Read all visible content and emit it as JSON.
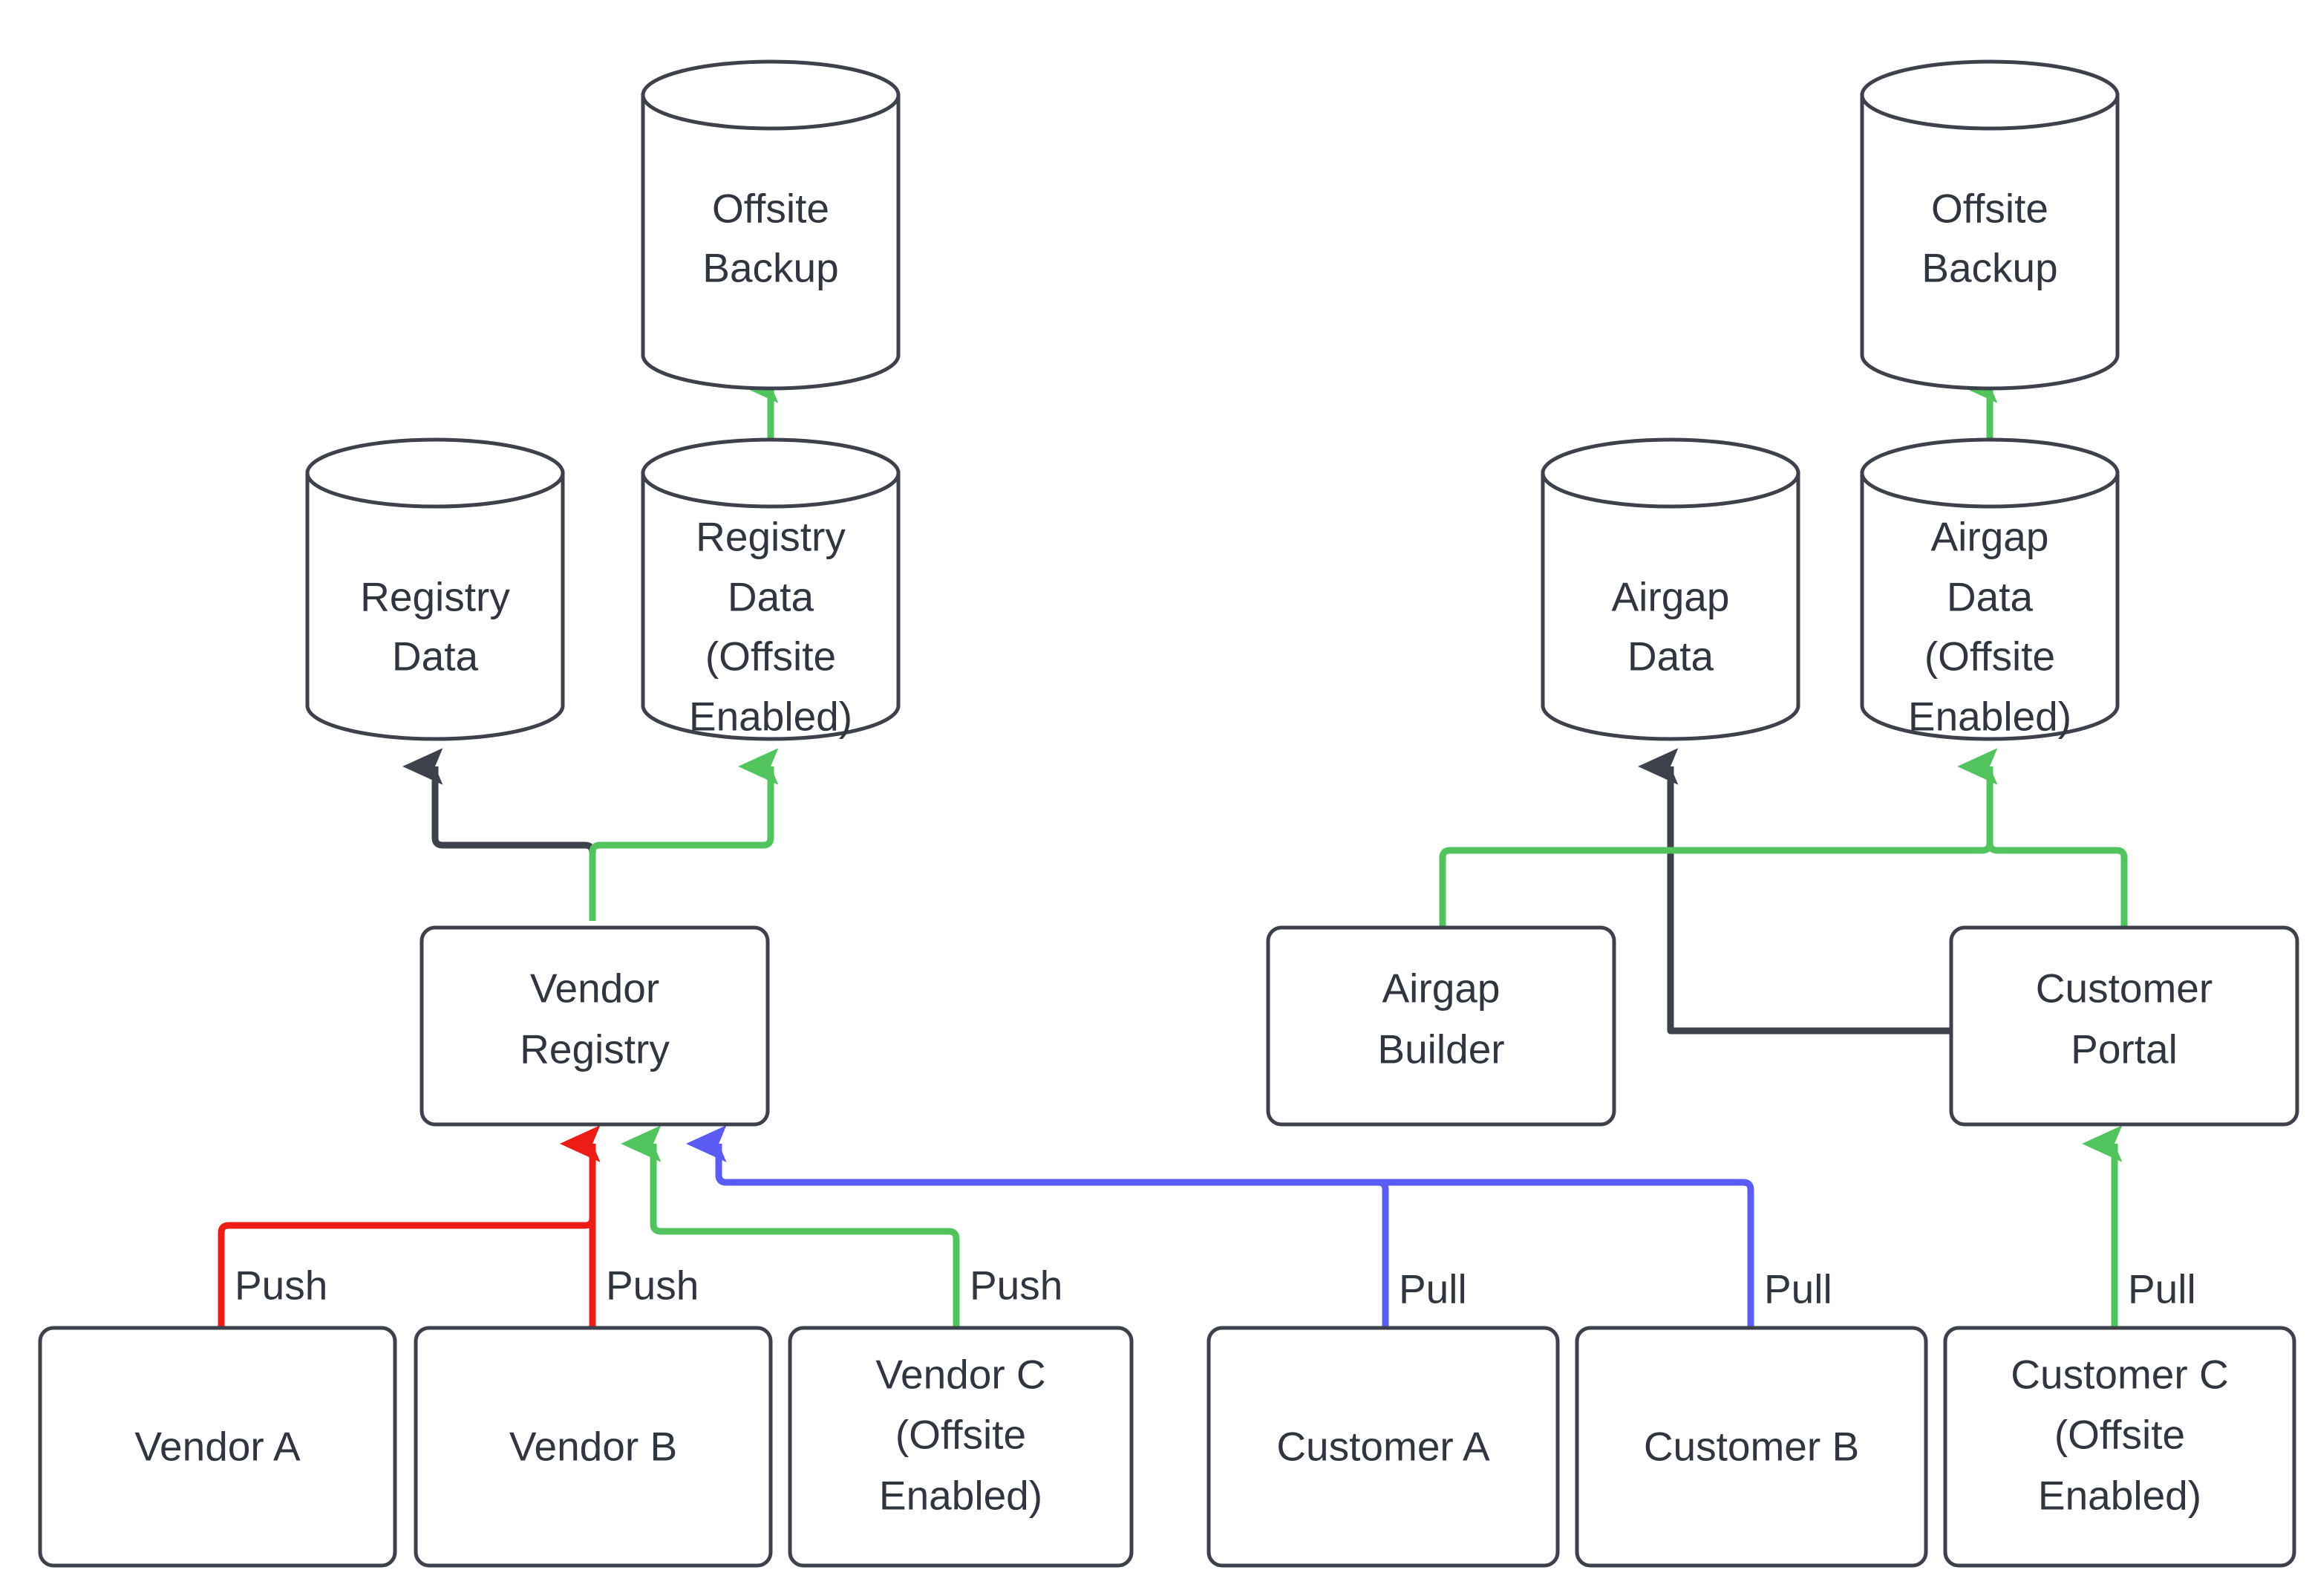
{
  "diagram": {
    "title": "Vendor Registry and Airgap Customer Portal Data Flow",
    "background_color": "#ffffff",
    "stroke_color": "#3c414c",
    "text_color": "#2f3640",
    "colors": {
      "dark": "#3c414c",
      "green": "#52c45e",
      "red": "#ec1c16",
      "blue": "#5b5bf5"
    }
  },
  "nodes": {
    "offsite_backup_left": {
      "label_line1": "Offsite",
      "label_line2": "Backup",
      "shape": "cylinder"
    },
    "offsite_backup_right": {
      "label_line1": "Offsite",
      "label_line2": "Backup",
      "shape": "cylinder"
    },
    "registry_data": {
      "label_line1": "Registry",
      "label_line2": "Data",
      "shape": "cylinder"
    },
    "registry_data_offsite": {
      "label_line1": "Registry",
      "label_line2": "Data",
      "label_line3": "(Offsite",
      "label_line4": "Enabled)",
      "shape": "cylinder"
    },
    "airgap_data": {
      "label_line1": "Airgap",
      "label_line2": "Data",
      "shape": "cylinder"
    },
    "airgap_data_offsite": {
      "label_line1": "Airgap",
      "label_line2": "Data",
      "label_line3": "(Offsite",
      "label_line4": "Enabled)",
      "shape": "cylinder"
    },
    "vendor_registry": {
      "label_line1": "Vendor",
      "label_line2": "Registry",
      "shape": "box"
    },
    "airgap_builder": {
      "label_line1": "Airgap",
      "label_line2": "Builder",
      "shape": "box"
    },
    "customer_portal": {
      "label_line1": "Customer",
      "label_line2": "Portal",
      "shape": "box"
    },
    "vendor_a": {
      "label_line1": "Vendor A",
      "shape": "box"
    },
    "vendor_b": {
      "label_line1": "Vendor B",
      "shape": "box"
    },
    "vendor_c": {
      "label_line1": "Vendor C",
      "label_line2": "(Offsite",
      "label_line3": "Enabled)",
      "shape": "box"
    },
    "customer_a": {
      "label_line1": "Customer A",
      "shape": "box"
    },
    "customer_b": {
      "label_line1": "Customer B",
      "shape": "box"
    },
    "customer_c": {
      "label_line1": "Customer C",
      "label_line2": "(Offsite",
      "label_line3": "Enabled)",
      "shape": "box"
    }
  },
  "edge_labels": {
    "vendor_a_push": "Push",
    "vendor_b_push": "Push",
    "vendor_c_push": "Push",
    "customer_a_pull": "Pull",
    "customer_b_pull": "Pull",
    "customer_c_pull": "Pull"
  },
  "edges": [
    {
      "from": "vendor_a",
      "to": "vendor_registry",
      "label": "Push",
      "color": "#ec1c16"
    },
    {
      "from": "vendor_b",
      "to": "vendor_registry",
      "label": "Push",
      "color": "#ec1c16"
    },
    {
      "from": "vendor_c",
      "to": "vendor_registry",
      "label": "Push",
      "color": "#52c45e"
    },
    {
      "from": "customer_a",
      "to": "vendor_registry",
      "label": "Pull",
      "color": "#5b5bf5"
    },
    {
      "from": "customer_b",
      "to": "vendor_registry",
      "label": "Pull",
      "color": "#5b5bf5"
    },
    {
      "from": "customer_c",
      "to": "customer_portal",
      "label": "Pull",
      "color": "#52c45e"
    },
    {
      "from": "vendor_registry",
      "to": "registry_data",
      "label": "",
      "color": "#3c414c"
    },
    {
      "from": "vendor_registry",
      "to": "registry_data_offsite",
      "label": "",
      "color": "#52c45e"
    },
    {
      "from": "registry_data_offsite",
      "to": "offsite_backup_left",
      "label": "",
      "color": "#52c45e"
    },
    {
      "from": "customer_portal",
      "to": "airgap_data",
      "label": "",
      "color": "#3c414c"
    },
    {
      "from": "customer_portal",
      "to": "airgap_data_offsite",
      "label": "",
      "color": "#52c45e"
    },
    {
      "from": "airgap_builder",
      "to": "airgap_data_offsite",
      "label": "",
      "color": "#52c45e"
    },
    {
      "from": "airgap_data_offsite",
      "to": "offsite_backup_right",
      "label": "",
      "color": "#52c45e"
    }
  ]
}
